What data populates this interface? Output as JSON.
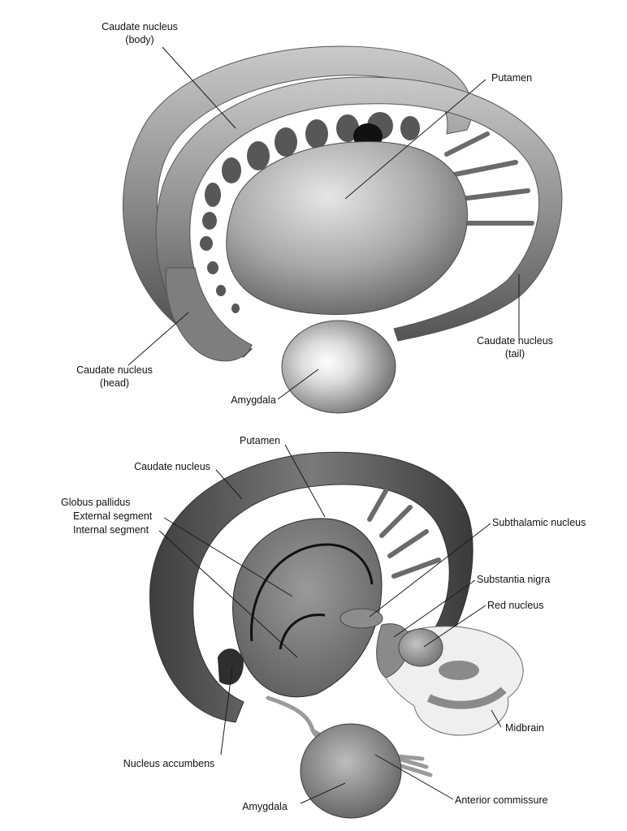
{
  "figure_top": {
    "labels": {
      "caudate_body_line1": "Caudate nucleus",
      "caudate_body_line2": "(body)",
      "putamen": "Putamen",
      "caudate_head_line1": "Caudate nucleus",
      "caudate_head_line2": "(head)",
      "caudate_tail_line1": "Caudate nucleus",
      "caudate_tail_line2": "(tail)",
      "amygdala": "Amygdala"
    }
  },
  "figure_bottom": {
    "labels": {
      "putamen": "Putamen",
      "caudate_nucleus": "Caudate nucleus",
      "globus_pallidus": "Globus pallidus",
      "external_segment": "External segment",
      "internal_segment": "Internal segment",
      "subthalamic_nucleus": "Subthalamic nucleus",
      "substantia_nigra": "Substantia nigra",
      "red_nucleus": "Red nucleus",
      "midbrain": "Midbrain",
      "nucleus_accumbens": "Nucleus accumbens",
      "amygdala": "Amygdala",
      "anterior_commissure": "Anterior commissure"
    }
  }
}
